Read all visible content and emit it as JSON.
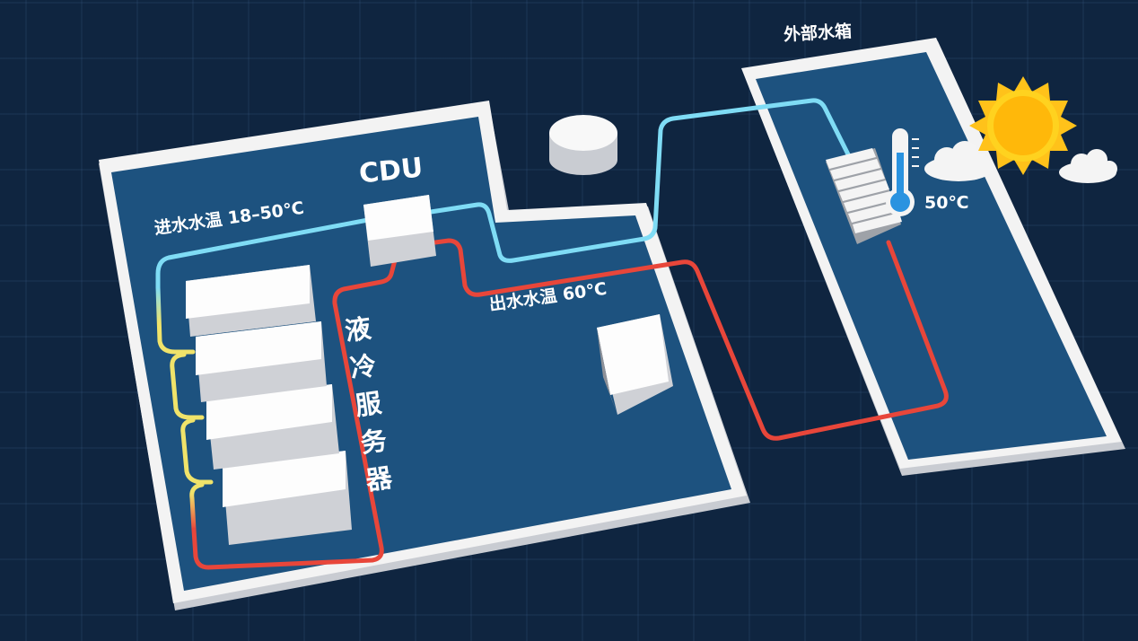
{
  "labels": {
    "external_tank": "外部水箱",
    "cdu": "CDU",
    "inlet_temp": "进水水温  18–50℃",
    "outlet_temp": "出水水温  60℃",
    "server": "液冷服务器",
    "tank_temp": "50℃"
  },
  "colors": {
    "background": "#0f2540",
    "floor": "#1d527f",
    "border": "#f2f2f2",
    "cold_pipe": "#7fdcf5",
    "hot_pipe": "#e8463a",
    "mid_pipe": "#f0e36a",
    "sun": "#ffc21a"
  }
}
